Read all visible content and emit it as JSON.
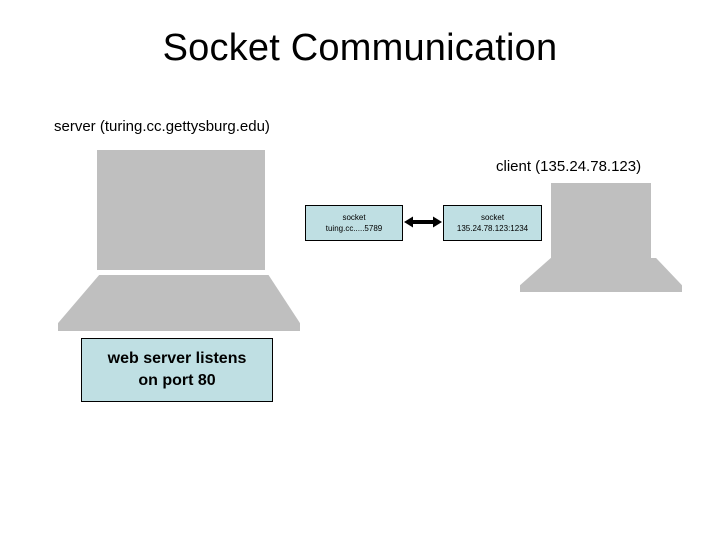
{
  "slide": {
    "title": "Socket Communication",
    "background_color": "#ffffff",
    "accent_color": "#bfdfe3",
    "device_color": "#bfbfbf"
  },
  "server": {
    "caption": "server (turing.cc.gettysburg.edu)",
    "device_icon": "laptop-icon",
    "socket": {
      "line1": "socket",
      "line2": "tuing.cc.....5789"
    },
    "note": {
      "line1": "web server listens",
      "line2": "on port 80"
    }
  },
  "client": {
    "caption": "client (135.24.78.123)",
    "device_icon": "laptop-icon",
    "socket": {
      "line1": "socket",
      "line2": "135.24.78.123:1234"
    }
  },
  "connection": {
    "icon": "double-arrow-icon"
  }
}
